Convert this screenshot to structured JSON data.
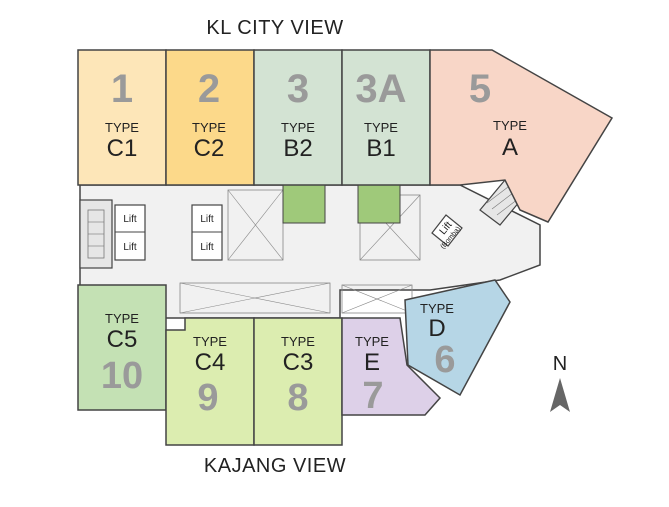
{
  "views": {
    "top": "KL CITY VIEW",
    "bottom": "KAJANG VIEW"
  },
  "units": [
    {
      "id": "u1",
      "number": "1",
      "type_label": "TYPE",
      "type_code": "C1",
      "color": "#fde6b8"
    },
    {
      "id": "u2",
      "number": "2",
      "type_label": "TYPE",
      "type_code": "C2",
      "color": "#fcd98a"
    },
    {
      "id": "u3",
      "number": "3",
      "type_label": "TYPE",
      "type_code": "B2",
      "color": "#d3e3d3"
    },
    {
      "id": "u3a",
      "number": "3A",
      "type_label": "TYPE",
      "type_code": "B1",
      "color": "#d3e3d3"
    },
    {
      "id": "u5",
      "number": "5",
      "type_label": "TYPE",
      "type_code": "A",
      "color": "#f8d6c7"
    },
    {
      "id": "u6",
      "number": "6",
      "type_label": "TYPE",
      "type_code": "D",
      "color": "#b6d6e6"
    },
    {
      "id": "u7",
      "number": "7",
      "type_label": "TYPE",
      "type_code": "E",
      "color": "#ddd0e8"
    },
    {
      "id": "u8",
      "number": "8",
      "type_label": "TYPE",
      "type_code": "C3",
      "color": "#dcedb0"
    },
    {
      "id": "u9",
      "number": "9",
      "type_label": "TYPE",
      "type_code": "C4",
      "color": "#dcedb0"
    },
    {
      "id": "u10",
      "number": "10",
      "type_label": "TYPE",
      "type_code": "C5",
      "color": "#c4e1b4"
    }
  ],
  "lifts": {
    "lift": "Lift",
    "bomba": "(Bomba)"
  },
  "compass": {
    "label": "N"
  },
  "colors": {
    "wall": "#444444",
    "corridor": "#f1f1f1",
    "void": "#9fc97a"
  }
}
